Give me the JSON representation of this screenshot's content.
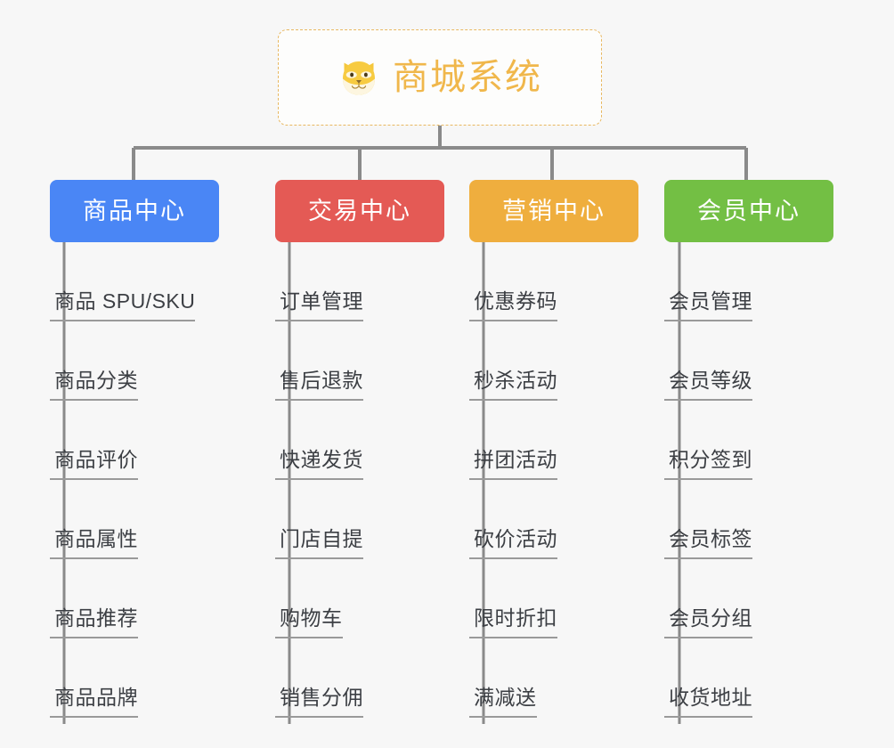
{
  "diagram": {
    "background_color": "#f7f7f7",
    "connector_color": "#8a8a8a",
    "root": {
      "title": "商城系统",
      "icon": "dog-face-emoji",
      "text_color": "#f0b74b",
      "border_color": "#e8b861"
    },
    "columns": [
      {
        "label": "商品中心",
        "color": "#4a86f5",
        "items": [
          "商品 SPU/SKU",
          "商品分类",
          "商品评价",
          "商品属性",
          "商品推荐",
          "商品品牌"
        ]
      },
      {
        "label": "交易中心",
        "color": "#e45a55",
        "items": [
          "订单管理",
          "售后退款",
          "快递发货",
          "门店自提",
          "购物车",
          "销售分佣"
        ]
      },
      {
        "label": "营销中心",
        "color": "#efae3e",
        "items": [
          "优惠券码",
          "秒杀活动",
          "拼团活动",
          "砍价活动",
          "限时折扣",
          "满减送"
        ]
      },
      {
        "label": "会员中心",
        "color": "#73bf44",
        "items": [
          "会员管理",
          "会员等级",
          "积分签到",
          "会员标签",
          "会员分组",
          "收货地址"
        ]
      }
    ]
  }
}
